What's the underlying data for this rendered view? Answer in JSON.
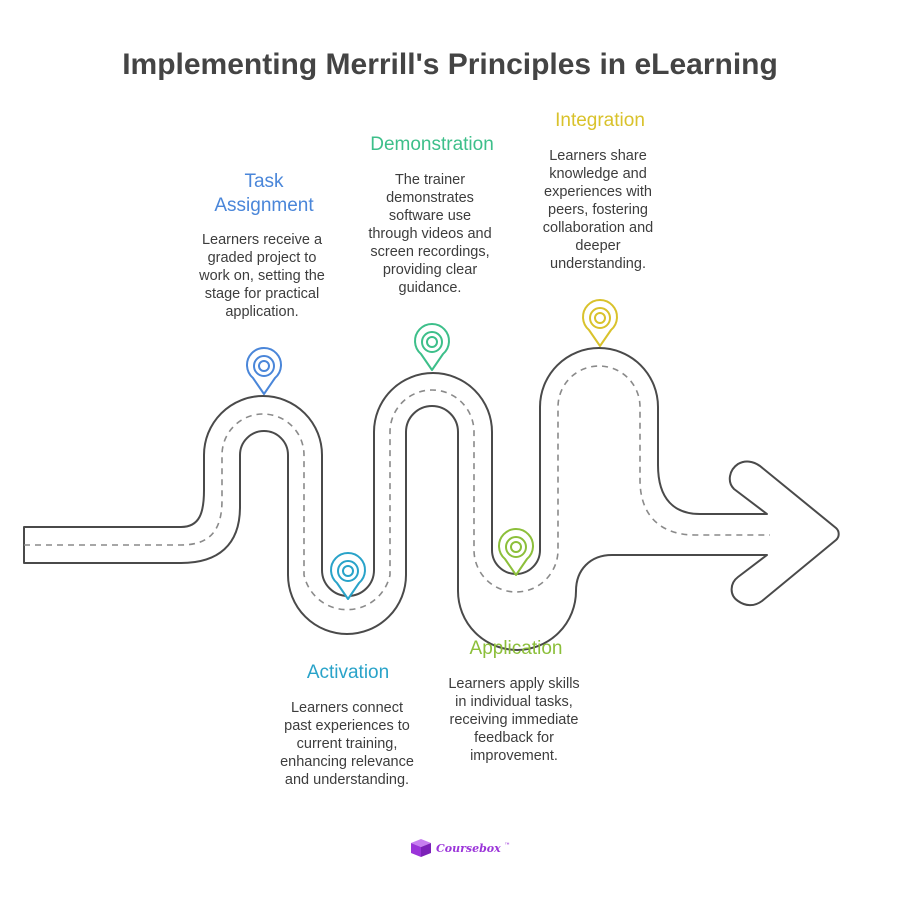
{
  "title": "Implementing Merrill's Principles in eLearning",
  "steps": [
    {
      "title_lines": [
        "Task",
        "Assignment"
      ],
      "desc_lines": [
        "Learners receive a",
        "graded project to",
        "work on, setting the",
        "stage for practical",
        "application."
      ],
      "color": "#4a86d9",
      "icon": "location-pin-icon"
    },
    {
      "title_lines": [
        "Activation"
      ],
      "desc_lines": [
        "Learners connect",
        "past experiences to",
        "current training,",
        "enhancing relevance",
        "and understanding."
      ],
      "color": "#29a3c9",
      "icon": "location-pin-icon"
    },
    {
      "title_lines": [
        "Demonstration"
      ],
      "desc_lines": [
        "The trainer",
        "demonstrates",
        "software use",
        "through videos and",
        "screen recordings,",
        "providing clear",
        "guidance."
      ],
      "color": "#3dbf8a",
      "icon": "location-pin-icon"
    },
    {
      "title_lines": [
        "Application"
      ],
      "desc_lines": [
        "Learners apply skills",
        "in individual tasks,",
        "receiving immediate",
        "feedback for",
        "improvement."
      ],
      "color": "#8cbf3a",
      "icon": "location-pin-icon"
    },
    {
      "title_lines": [
        "Integration"
      ],
      "desc_lines": [
        "Learners share",
        "knowledge and",
        "experiences with",
        "peers, fostering",
        "collaboration and",
        "deeper",
        "understanding."
      ],
      "color": "#d9c22b",
      "icon": "location-pin-icon"
    }
  ],
  "brand": {
    "name": "Coursebox",
    "tm": "™",
    "color": "#9b34d9",
    "icon": "cube-logo-icon"
  }
}
